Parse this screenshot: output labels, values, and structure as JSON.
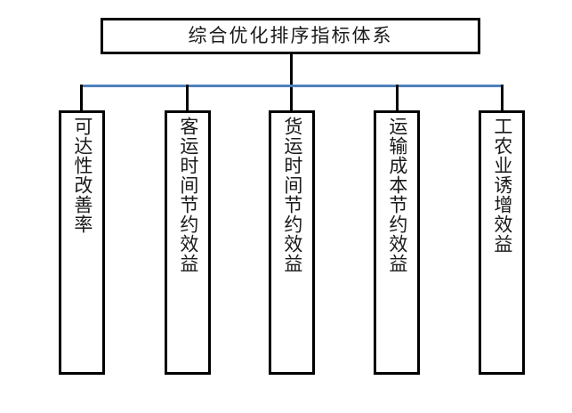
{
  "diagram": {
    "type": "tree-hierarchy",
    "orientation": "top-down",
    "root": {
      "label": "综合优化排序指标体系"
    },
    "connector": {
      "bus_color": "#4f81bd",
      "drop_color": "#000000"
    },
    "leaves": [
      {
        "label": "可达性改善率"
      },
      {
        "label": "客运时间节约效益"
      },
      {
        "label": "货运时间节约效益"
      },
      {
        "label": "运输成本节约效益"
      },
      {
        "label": "工农业诱增效益"
      }
    ]
  }
}
